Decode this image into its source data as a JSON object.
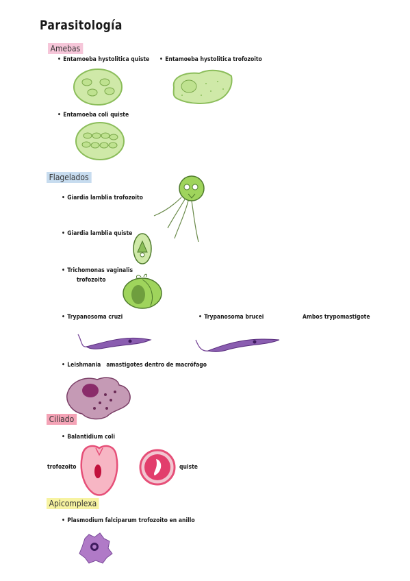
{
  "title": "Parasitología",
  "sections": {
    "amebas": {
      "label": "Amebas",
      "color": "#f6c6d9",
      "items": {
        "histolytica_quiste": "Entamoeba hystolitica quiste",
        "histolytica_trofozoito": "Entamoeba hystolitica trofozoito",
        "coli_quiste": "Entamoeba coli quiste"
      }
    },
    "flagelados": {
      "label": "Flagelados",
      "color": "#c7dcef",
      "items": {
        "giardia_trofozoito": "Giardia lamblia trofozoito",
        "giardia_quiste": "Giardia lamblia quiste",
        "trichomonas_line1": "Trichomonas vaginalis",
        "trichomonas_line2": "trofozoito",
        "trypanosoma_cruzi": "Trypanosoma cruzi",
        "trypanosoma_brucei": "Trypanosoma brucei",
        "ambos": "Ambos trypomastigote",
        "leishmania": "Leishmania",
        "leishmania_detail": "amastigotes dentro de macrófago"
      }
    },
    "ciliado": {
      "label": "Ciliado",
      "color": "#f4a3b6",
      "items": {
        "balantidium": "Balantidium coli",
        "trofozoito": "trofozoito",
        "quiste": "quiste"
      }
    },
    "apicomplexa": {
      "label": "Apicomplexa",
      "color": "#f7f3a1",
      "items": {
        "plasmodium": "Plasmodium falciparum trofozoito en anillo"
      }
    }
  },
  "bullet": "•",
  "icons": {
    "green_cell": "#b9dd8e",
    "green_outline": "#8bbd5a",
    "purple": "#7a4a9a",
    "pink": "#e64f78",
    "macrophage": "#c59ab5"
  }
}
